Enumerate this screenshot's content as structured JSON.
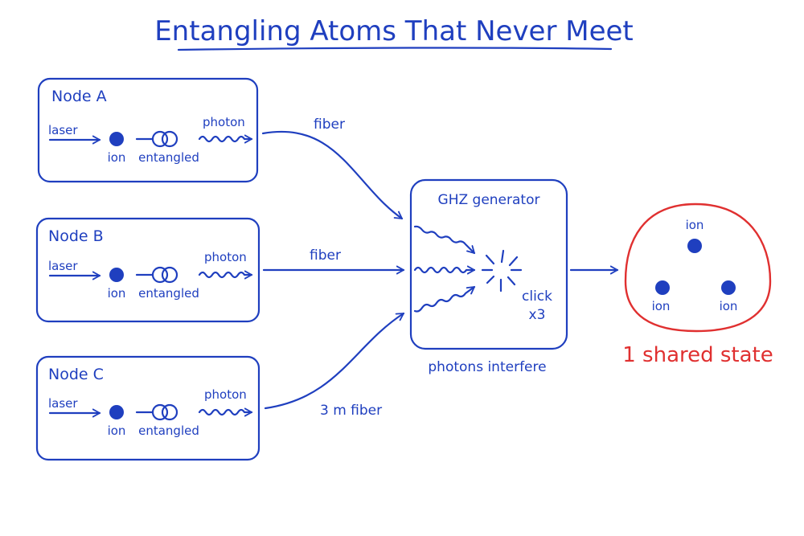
{
  "title": "Entangling Atoms That Never Meet",
  "colors": {
    "ink": "#1f3fbf",
    "accent": "#e03030",
    "background": "#ffffff"
  },
  "nodes": [
    {
      "name": "Node A",
      "laser": "laser",
      "ion": "ion",
      "entangled": "entangled",
      "photon": "photon",
      "fiber": "fiber"
    },
    {
      "name": "Node B",
      "laser": "laser",
      "ion": "ion",
      "entangled": "entangled",
      "photon": "photon",
      "fiber": "fiber"
    },
    {
      "name": "Node C",
      "laser": "laser",
      "ion": "ion",
      "entangled": "entangled",
      "photon": "photon",
      "fiber": "3 m fiber"
    }
  ],
  "generator": {
    "title": "GHZ generator",
    "click": "click",
    "count": "x3",
    "caption": "photons interfere"
  },
  "result": {
    "ions": [
      "ion",
      "ion",
      "ion"
    ],
    "caption": "1 shared state"
  }
}
